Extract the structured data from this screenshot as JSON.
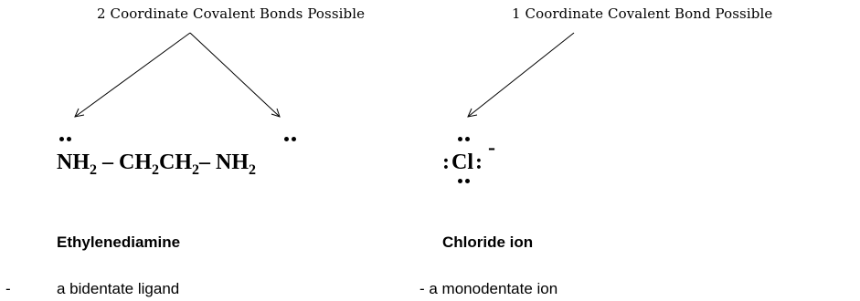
{
  "annotations": {
    "left": "2 Coordinate Covalent Bonds Possible",
    "right": "1 Coordinate Covalent Bond Possible"
  },
  "ethylenediamine": {
    "formula": {
      "n1": "N",
      "h1": "H",
      "sub1": "2",
      "bond1": " – ",
      "c1": "CH",
      "sub2": "2",
      "c2": "CH",
      "sub3": "2",
      "bond2": "– ",
      "n2": "N",
      "h2": "H",
      "sub4": "2"
    },
    "name": "Ethylenediamine",
    "dash": "-",
    "description": "a bidentate ligand"
  },
  "chloride": {
    "formula": {
      "lone_left": ":",
      "symbol": "Cl",
      "lone_right": ":",
      "charge": "-"
    },
    "name": "Chloride ion",
    "description": "- a monodentate ion"
  }
}
